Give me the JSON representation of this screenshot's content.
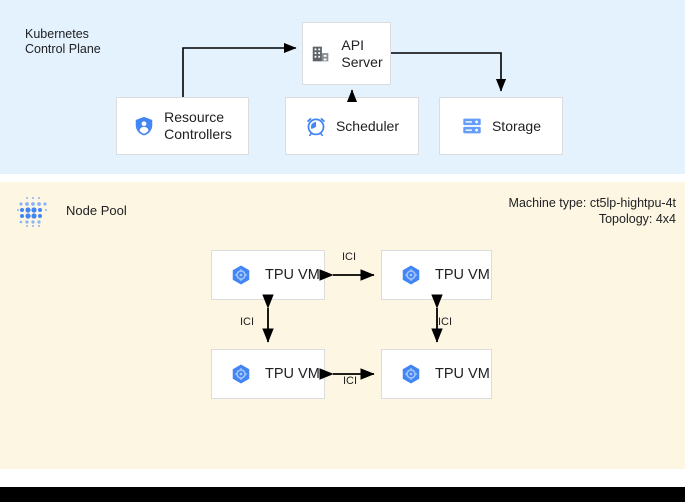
{
  "diagram": {
    "control_plane": {
      "region_label": "Kubernetes\nControl Plane",
      "background": "#e3f2fd",
      "nodes": [
        {
          "id": "api-server",
          "label": "API\nServer",
          "icon": "building-icon"
        },
        {
          "id": "resource-controllers",
          "label": "Resource\nControllers",
          "icon": "shield-user-icon"
        },
        {
          "id": "scheduler",
          "label": "Scheduler",
          "icon": "alarm-clock-icon"
        },
        {
          "id": "storage",
          "label": "Storage",
          "icon": "server-rack-icon"
        }
      ],
      "edges": [
        {
          "from": "resource-controllers",
          "to": "api-server",
          "label": ""
        },
        {
          "from": "scheduler",
          "to": "api-server",
          "label": ""
        },
        {
          "from": "api-server",
          "to": "storage",
          "label": ""
        }
      ]
    },
    "node_pool": {
      "region_label": "Node Pool",
      "background": "#fdf6e3",
      "icon": "node-pool-dots-icon",
      "machine_type": "Machine type: ct5lp-hightpu-4t",
      "topology": "Topology: 4x4",
      "nodes": [
        {
          "id": "tpu-vm-0",
          "label": "TPU VM",
          "icon": "tpu-hexagon-icon"
        },
        {
          "id": "tpu-vm-1",
          "label": "TPU VM",
          "icon": "tpu-hexagon-icon"
        },
        {
          "id": "tpu-vm-2",
          "label": "TPU VM",
          "icon": "tpu-hexagon-icon"
        },
        {
          "id": "tpu-vm-3",
          "label": "TPU VM",
          "icon": "tpu-hexagon-icon"
        }
      ],
      "edges": [
        {
          "from": "tpu-vm-0",
          "to": "tpu-vm-1",
          "label": "ICI",
          "direction": "both"
        },
        {
          "from": "tpu-vm-2",
          "to": "tpu-vm-3",
          "label": "ICI",
          "direction": "both"
        },
        {
          "from": "tpu-vm-0",
          "to": "tpu-vm-2",
          "label": "ICI",
          "direction": "both"
        },
        {
          "from": "tpu-vm-1",
          "to": "tpu-vm-3",
          "label": "ICI",
          "direction": "both"
        }
      ]
    },
    "colors": {
      "control_plane_bg": "#e3f2fd",
      "node_pool_bg": "#fdf6e3",
      "box_bg": "#ffffff",
      "box_border": "#dadce0",
      "accent_blue": "#4285f4",
      "icon_gray": "#5f6368",
      "text": "#202124",
      "connector": "#000000",
      "bottom_bar": "#000000"
    }
  }
}
